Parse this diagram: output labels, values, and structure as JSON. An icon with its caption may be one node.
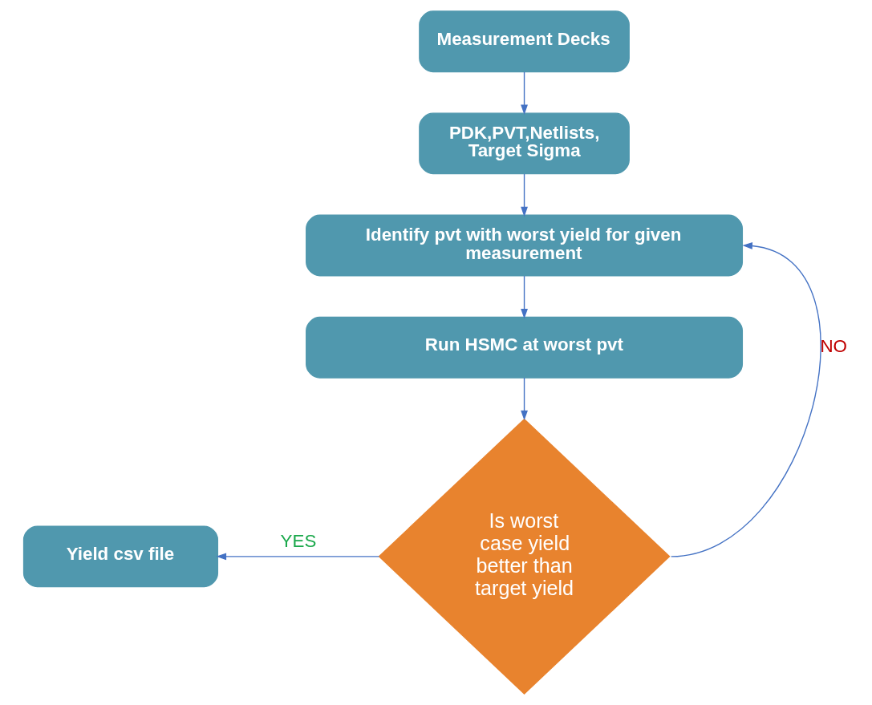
{
  "diagram": {
    "nodes": [
      {
        "text": [
          "Measurement Decks"
        ]
      },
      {
        "text": [
          "PDK,PVT,Netlists, Target Sigma"
        ]
      },
      {
        "text": [
          "Identify pvt with worst yield for given measurement"
        ]
      },
      {
        "text": [
          "Run HSMC at worst pvt"
        ]
      },
      {
        "text": [
          "Is worst case yield better than target yield"
        ]
      },
      {
        "text": [
          "Yield csv file"
        ]
      }
    ],
    "edges": [
      {
        "from": 0,
        "to": 1,
        "arrow": "to"
      },
      {
        "from": 1,
        "to": 2,
        "arrow": "to"
      },
      {
        "from": 2,
        "to": 3,
        "arrow": "to"
      },
      {
        "from": 3,
        "to": 4,
        "arrow": "to"
      },
      {
        "from": 4,
        "to": 5,
        "arrow": "to",
        "label": "YES"
      },
      {
        "from": 4,
        "to": 2,
        "arrow": "to",
        "label": "NO"
      }
    ]
  }
}
